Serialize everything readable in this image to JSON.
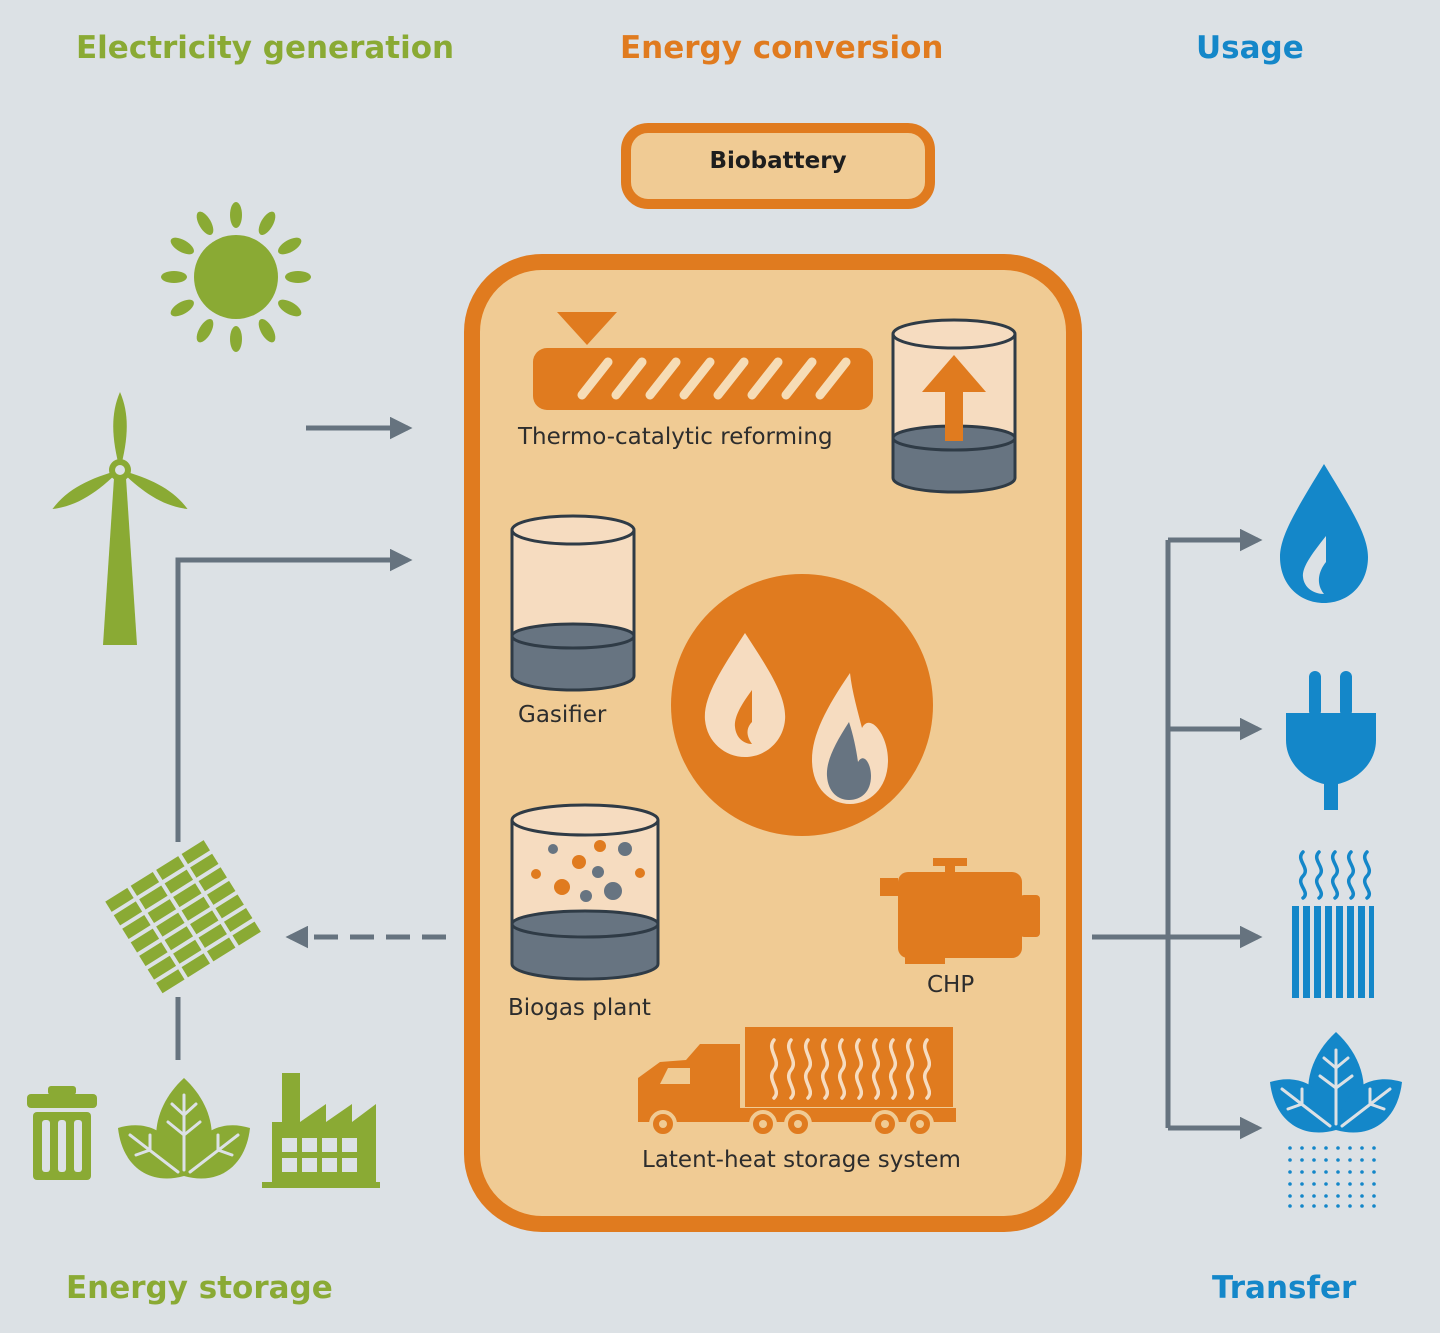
{
  "headings": {
    "electricity_generation": "Electricity generation",
    "energy_conversion": "Energy conversion",
    "usage": "Usage",
    "energy_storage": "Energy storage",
    "transfer": "Transfer"
  },
  "biobattery": {
    "title": "Biobattery"
  },
  "processes": {
    "thermo_catalytic": "Thermo-catalytic reforming",
    "gasifier": "Gasifier",
    "biogas_plant": "Biogas plant",
    "chp": "CHP",
    "latent_heat": "Latent-heat storage system"
  },
  "icons": {
    "generation": [
      "sun-icon",
      "wind-turbine-icon"
    ],
    "storage": [
      "solar-panel-icon",
      "trash-bin-icon",
      "leaves-icon",
      "factory-icon"
    ],
    "conversion": [
      "conveyor-reactor-icon",
      "tank-icon",
      "oil-flame-icon",
      "engine-icon",
      "truck-icon"
    ],
    "usage": [
      "water-drop-icon",
      "power-plug-icon",
      "heat-radiator-icon",
      "plant-fertilizer-icon"
    ]
  },
  "colors": {
    "background": "#dce1e5",
    "green": "#8aaa34",
    "orange": "#e07b1f",
    "blue": "#1487c9",
    "arrow": "#66737f",
    "panel_fill": "#f0cb94"
  }
}
